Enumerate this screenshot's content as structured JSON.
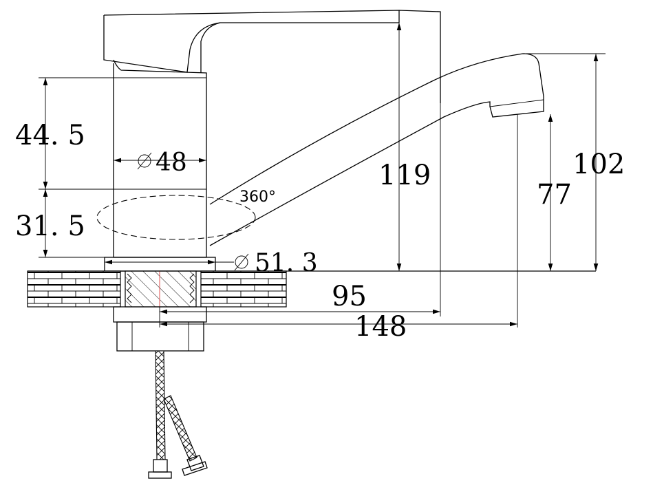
{
  "dimensions": {
    "height_upper": "44. 5",
    "height_lower": "31. 5",
    "body_diameter": "48",
    "base_diameter": "51. 3",
    "rotation": "360°",
    "total_height": "119",
    "spout_height": "77",
    "spout_top_height": "102",
    "reach_short": "95",
    "reach_long": "148"
  },
  "icons": {
    "diameter_symbol": "diameter-icon"
  }
}
